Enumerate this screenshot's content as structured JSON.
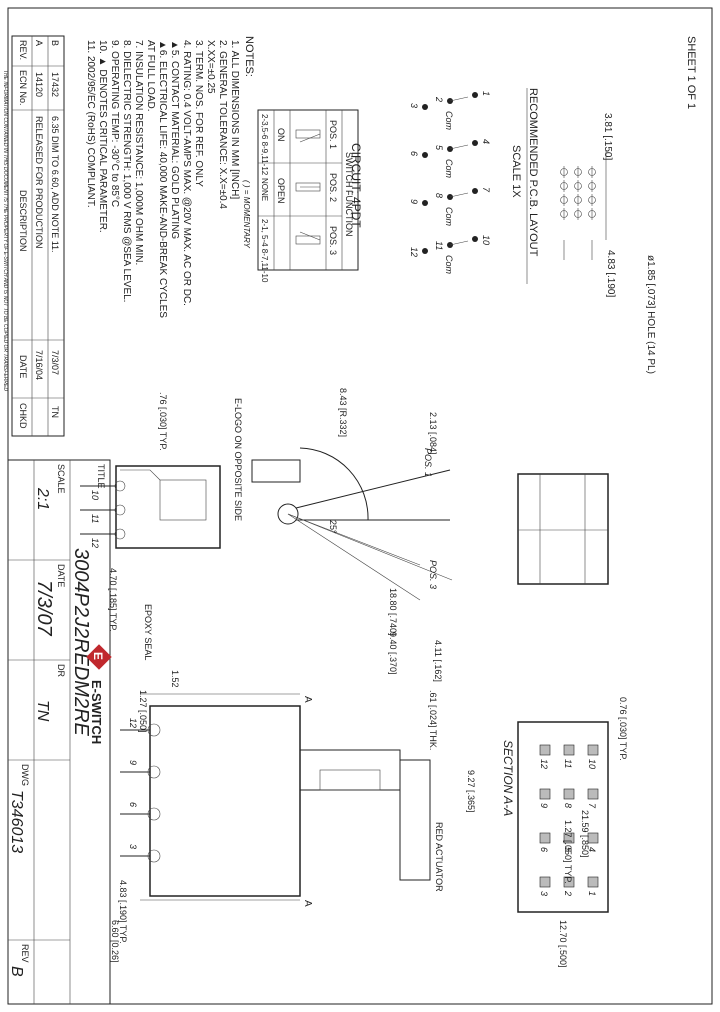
{
  "sheet_label": "SHEET 1 OF 1",
  "notes": {
    "title": "NOTES:",
    "lines": [
      "1. ALL DIMENSIONS IN MM [INCH]",
      "2. GENERAL TOLERANCE: X.X=±0.4",
      "X.XX=±0.25",
      "3. TERM. NOS. FOR REF. ONLY",
      "4. RATING: 0.4 VOLT-AMPS MAX. @20V MAX. AC OR DC.",
      "▲5. CONTACT MATERIAL: GOLD PLATING",
      "▲6. ELECTRICAL LIFE: 40,000 MAKE-AND-BREAK CYCLES",
      "AT FULL LOAD.",
      "7. INSULATION RESISTANCE: 1,000M OHM MIN.",
      "8. DIELECTRIC STRENGTH: 1,000 V RMS @SEA LEVEL.",
      "9. OPERATING TEMP: -30°C to 85°C",
      "10. ▲ DENOTES CRITICAL PARAMETER.",
      "11. 2002/95/EC (RoHS) COMPLIANT."
    ]
  },
  "switch_function": {
    "title": "SWITCH FUNCTION",
    "headers": [
      "POS. 1",
      "POS. 2",
      "POS. 3"
    ],
    "row_states": [
      "ON",
      "OPEN",
      ""
    ],
    "row_contacts": [
      "2-3,5-6\n8-9,11-12",
      "NONE",
      "2-1, 5-4\n8-7,11-10"
    ],
    "footnote": "( ) = MOMENTARY"
  },
  "circuit": {
    "title": "CIRCUIT: 4PDT",
    "terminals": [
      "1",
      "2",
      "3",
      "4",
      "5",
      "6",
      "7",
      "8",
      "9",
      "10",
      "11",
      "12"
    ],
    "com_label": "Com",
    "com_terminals": [
      "2",
      "5",
      "8",
      "11"
    ]
  },
  "pcb_layout": {
    "title": "RECOMMENDED P.C.B. LAYOUT",
    "scale": "SCALE 1X",
    "hole_note": "ø1.85 [.073] HOLE (14 PL)",
    "dims": [
      "3.81\n[.150]",
      "4.83\n[.190]"
    ]
  },
  "side_view": {
    "dims": [
      "2.13\n[.084]",
      "8.43\n[R.332]",
      "25°",
      "18.80\n[.740]",
      ".76\n[.030]\nTYP.",
      "4.70\n[.185]\nTYP.",
      "9.40\n[.370]",
      "4.11\n[.162]",
      ".61\n[.024] THK."
    ],
    "labels": [
      "POS. 1",
      "POS. 3",
      "E-LOGO ON\nOPPOSITE SIDE",
      "EPOXY\nSEAL"
    ],
    "terms": [
      "10",
      "11",
      "12"
    ]
  },
  "front_view": {
    "dims": [
      "1.52",
      "1.27\n[.050]",
      "9.27\n[.365]",
      "4.83\n[.190] TYP.",
      "6.60\n[0.26]"
    ],
    "labels": [
      "RED\nACTUATOR",
      "A",
      "A"
    ],
    "terms": [
      "12",
      "9",
      "6",
      "3"
    ]
  },
  "section": {
    "title": "SECTION A-A",
    "dims": [
      "0.76\n[.030] TYP.",
      "21.59\n[.850]",
      "1.27\n[.050] TYP.",
      "12.70\n[.500]"
    ],
    "rows": [
      [
        "10",
        "11",
        "12"
      ],
      [
        "7",
        "8",
        "9"
      ],
      [
        "4",
        "5",
        "6"
      ],
      [
        "1",
        "2",
        "3"
      ]
    ]
  },
  "revisions": {
    "headers": [
      "REV.",
      "ECN No.",
      "DESCRIPTION",
      "DATE",
      "CHKD"
    ],
    "rows": [
      [
        "A",
        "14120",
        "RELEASED FOR PRODUCTION",
        "7/16/04",
        ""
      ],
      [
        "B",
        "17432",
        "6.35 DIM TO 6.60, ADD NOTE 11.",
        "7/3/07",
        "TN"
      ]
    ],
    "confidential": "THE INFORMATION CONTAINED IN THIS DOCUMENT IS THE PROPERTY OF E-SWITCH AND IS NOT TO BE COPIED OR TRANSFERRED"
  },
  "title_block": {
    "title_label": "TITLE",
    "title": "3004P2J2REDM2RE",
    "scale_label": "SCALE",
    "scale": "2:1",
    "date_label": "DATE",
    "date": "7/3/07",
    "dr_label": "DR",
    "dr": "TN",
    "dwg_label": "DWG",
    "dwg": "T346013",
    "rev_label": "REV",
    "rev": "B",
    "company": "E-SWITCH"
  }
}
